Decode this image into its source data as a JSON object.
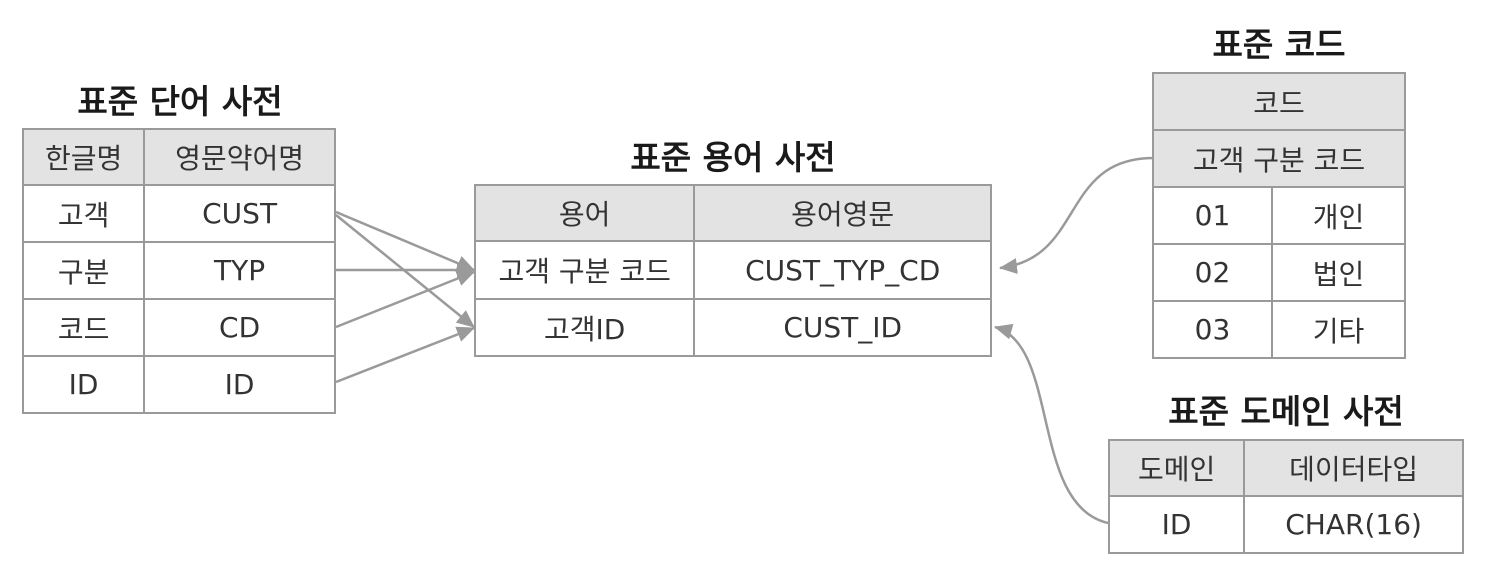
{
  "word_dict": {
    "title": "표준 단어 사전",
    "headers": [
      "한글명",
      "영문약어명"
    ],
    "rows": [
      [
        "고객",
        "CUST"
      ],
      [
        "구분",
        "TYP"
      ],
      [
        "코드",
        "CD"
      ],
      [
        "ID",
        "ID"
      ]
    ]
  },
  "term_dict": {
    "title": "표준 용어 사전",
    "headers": [
      "용어",
      "용어영문"
    ],
    "rows": [
      [
        "고객 구분 코드",
        "CUST_TYP_CD"
      ],
      [
        "고객ID",
        "CUST_ID"
      ]
    ]
  },
  "code_dict": {
    "title": "표준 코드",
    "header": "코드",
    "code_name": "고객 구분 코드",
    "rows": [
      [
        "01",
        "개인"
      ],
      [
        "02",
        "법인"
      ],
      [
        "03",
        "기타"
      ]
    ]
  },
  "domain_dict": {
    "title": "표준 도메인 사전",
    "headers": [
      "도메인",
      "데이터타입"
    ],
    "rows": [
      [
        "ID",
        "CHAR(16)"
      ]
    ]
  },
  "colors": {
    "header_bg": "#e3e3e3",
    "border": "#9a9a9a",
    "arrow": "#9a9a9a"
  }
}
